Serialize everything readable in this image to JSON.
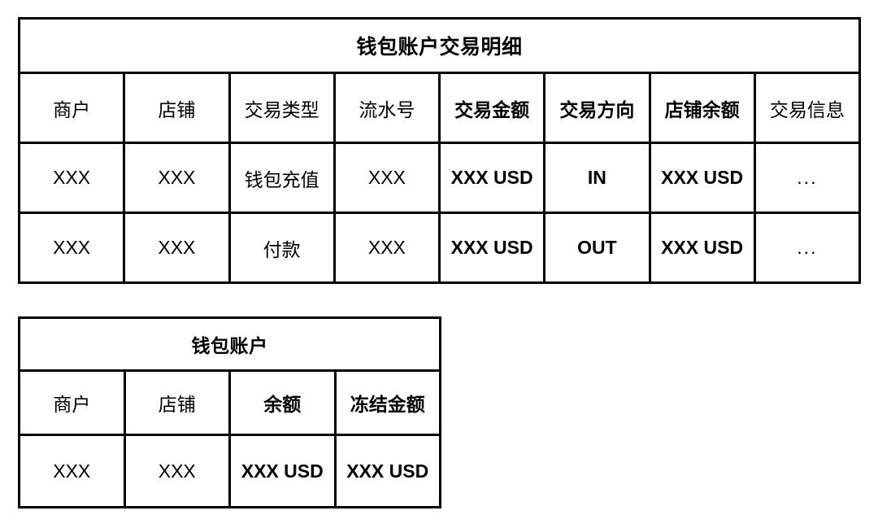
{
  "tables": [
    {
      "id": "transaction-detail",
      "title": "钱包账户交易明细",
      "headers": [
        {
          "label": "商户",
          "bold": false
        },
        {
          "label": "店铺",
          "bold": false
        },
        {
          "label": "交易类型",
          "bold": false
        },
        {
          "label": "流水号",
          "bold": false
        },
        {
          "label": "交易金额",
          "bold": true
        },
        {
          "label": "交易方向",
          "bold": true
        },
        {
          "label": "店铺余额",
          "bold": true
        },
        {
          "label": "交易信息",
          "bold": false
        }
      ],
      "rows": [
        [
          {
            "value": "XXX",
            "bold": false
          },
          {
            "value": "XXX",
            "bold": false
          },
          {
            "value": "钱包充值",
            "bold": false
          },
          {
            "value": "XXX",
            "bold": false
          },
          {
            "value": "XXX USD",
            "bold": true
          },
          {
            "value": "IN",
            "bold": true
          },
          {
            "value": "XXX USD",
            "bold": true
          },
          {
            "value": "...",
            "bold": false
          }
        ],
        [
          {
            "value": "XXX",
            "bold": false
          },
          {
            "value": "XXX",
            "bold": false
          },
          {
            "value": "付款",
            "bold": false
          },
          {
            "value": "XXX",
            "bold": false
          },
          {
            "value": "XXX USD",
            "bold": true
          },
          {
            "value": "OUT",
            "bold": true
          },
          {
            "value": "XXX USD",
            "bold": true
          },
          {
            "value": "...",
            "bold": false
          }
        ]
      ]
    },
    {
      "id": "wallet-account",
      "title": "钱包账户",
      "headers": [
        {
          "label": "商户",
          "bold": false
        },
        {
          "label": "店铺",
          "bold": false
        },
        {
          "label": "余额",
          "bold": true
        },
        {
          "label": "冻结金额",
          "bold": true
        }
      ],
      "rows": [
        [
          {
            "value": "XXX",
            "bold": false
          },
          {
            "value": "XXX",
            "bold": false
          },
          {
            "value": "XXX USD",
            "bold": true
          },
          {
            "value": "XXX USD",
            "bold": true
          }
        ]
      ]
    }
  ],
  "colors": {
    "border": "#000000",
    "text": "#000000",
    "background": "#ffffff"
  }
}
